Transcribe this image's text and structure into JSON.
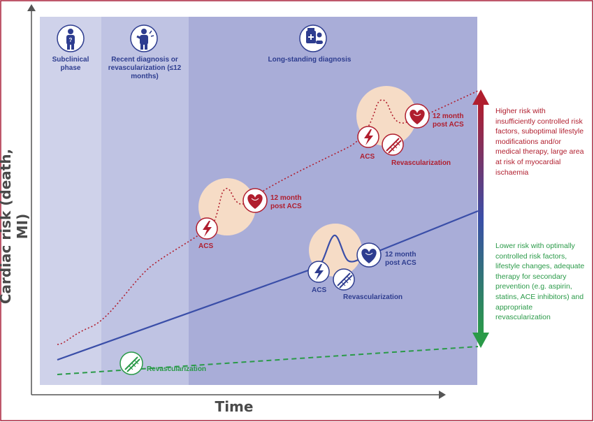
{
  "axes": {
    "y_label": "Cardiac risk (death, MI)",
    "x_label": "Time"
  },
  "phases": [
    {
      "label": "Subclinical phase",
      "icon": "person-question-icon"
    },
    {
      "label": "Recent diagnosis or revascularization (≤12 months)",
      "icon": "person-chest-pain-icon"
    },
    {
      "label": "Long-standing diagnosis",
      "icon": "medication-icon"
    }
  ],
  "high_path": {
    "acs_1": "ACS",
    "post_acs_1": "12 month post ACS",
    "acs_2": "ACS",
    "revasc_2": "Revascularization",
    "post_acs_2": "12 month post ACS"
  },
  "mid_path": {
    "acs": "ACS",
    "revasc": "Revascularization",
    "post_acs": "12 month post ACS"
  },
  "low_path": {
    "revasc": "Revascularization"
  },
  "risk_scale": {
    "higher": "Higher risk with insufficiently controlled risk factors, suboptimal lifestyle modifications and/or medical therapy, large area at risk of myocardial ischaemia",
    "lower": "Lower risk with optimally controlled risk factors, lifestyle changes, adequate therapy for secondary prevention (e.g. aspirin, statins, ACE inhibitors) and appropriate revascularization"
  },
  "colors": {
    "high": "#b01e2e",
    "mid": "#3a4ea8",
    "low": "#2a9a48",
    "phase1": "#cfd2ea",
    "phase2": "#bfc3e3",
    "phase3": "#a9add8",
    "halo": "#f6dcc6",
    "frame": "#a8203a"
  }
}
